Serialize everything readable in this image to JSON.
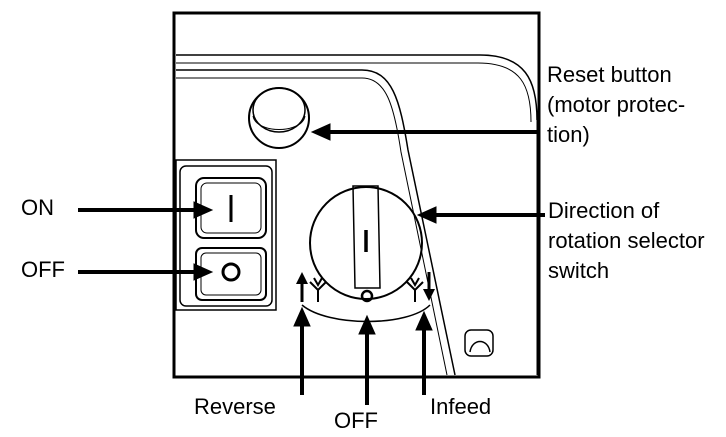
{
  "labels": {
    "on": "ON",
    "off_left": "OFF",
    "reset": [
      "Reset button",
      "(motor protec-",
      "tion)"
    ],
    "direction": [
      "Direction of",
      "rotation selector",
      "switch"
    ],
    "reverse": "Reverse",
    "off_bottom": "OFF",
    "infeed": "Infeed"
  },
  "colors": {
    "line": "#000000",
    "background": "#ffffff"
  },
  "icons": {
    "on_switch": "vertical-bar",
    "off_switch": "circle",
    "reverse_symbol": "arrow-up-plant",
    "off_symbol": "circle",
    "infeed_symbol": "plant-arrow-down"
  }
}
